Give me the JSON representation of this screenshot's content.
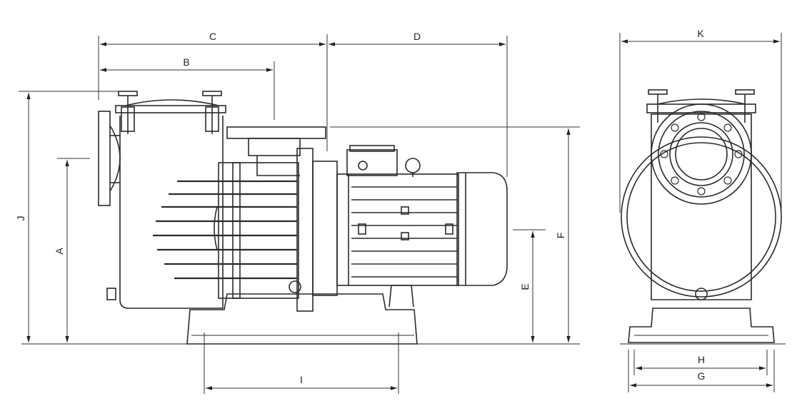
{
  "dimensions": {
    "A": "A",
    "B": "B",
    "C": "C",
    "D": "D",
    "E": "E",
    "F": "F",
    "G": "G",
    "H": "H",
    "I": "I",
    "J": "J",
    "K": "K"
  },
  "colors": {
    "line": "#2a2a2a",
    "dim": "#333333",
    "background": "#ffffff"
  }
}
